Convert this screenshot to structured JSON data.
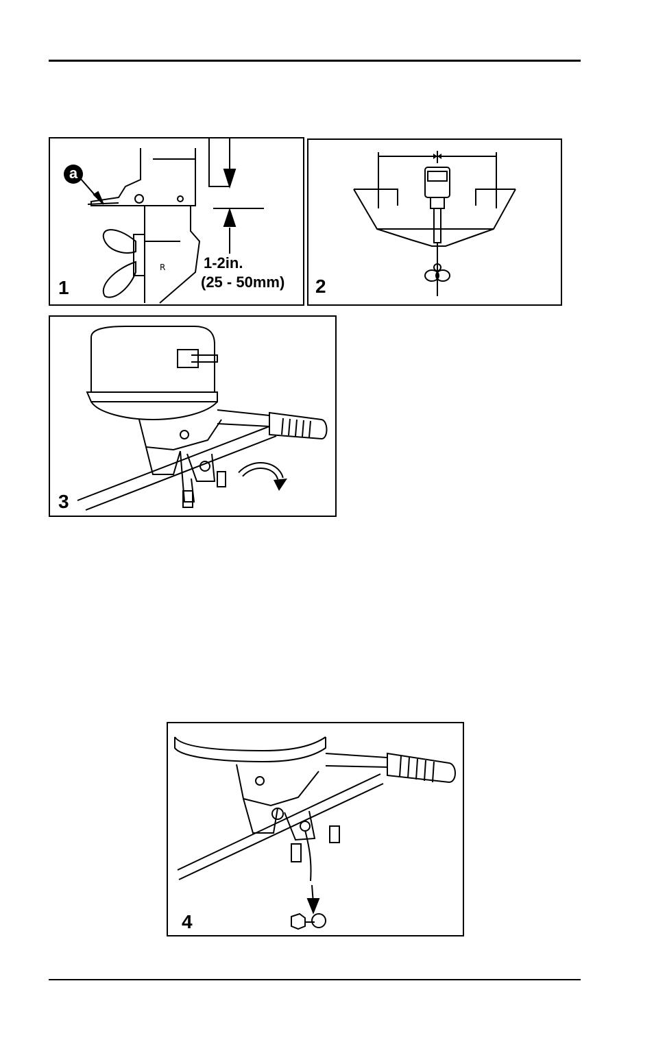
{
  "figures": [
    {
      "number": "1",
      "callout": "a",
      "measurement_line1": "1-2in.",
      "measurement_line2": "(25 - 50mm)"
    },
    {
      "number": "2"
    },
    {
      "number": "3"
    },
    {
      "number": "4"
    }
  ]
}
